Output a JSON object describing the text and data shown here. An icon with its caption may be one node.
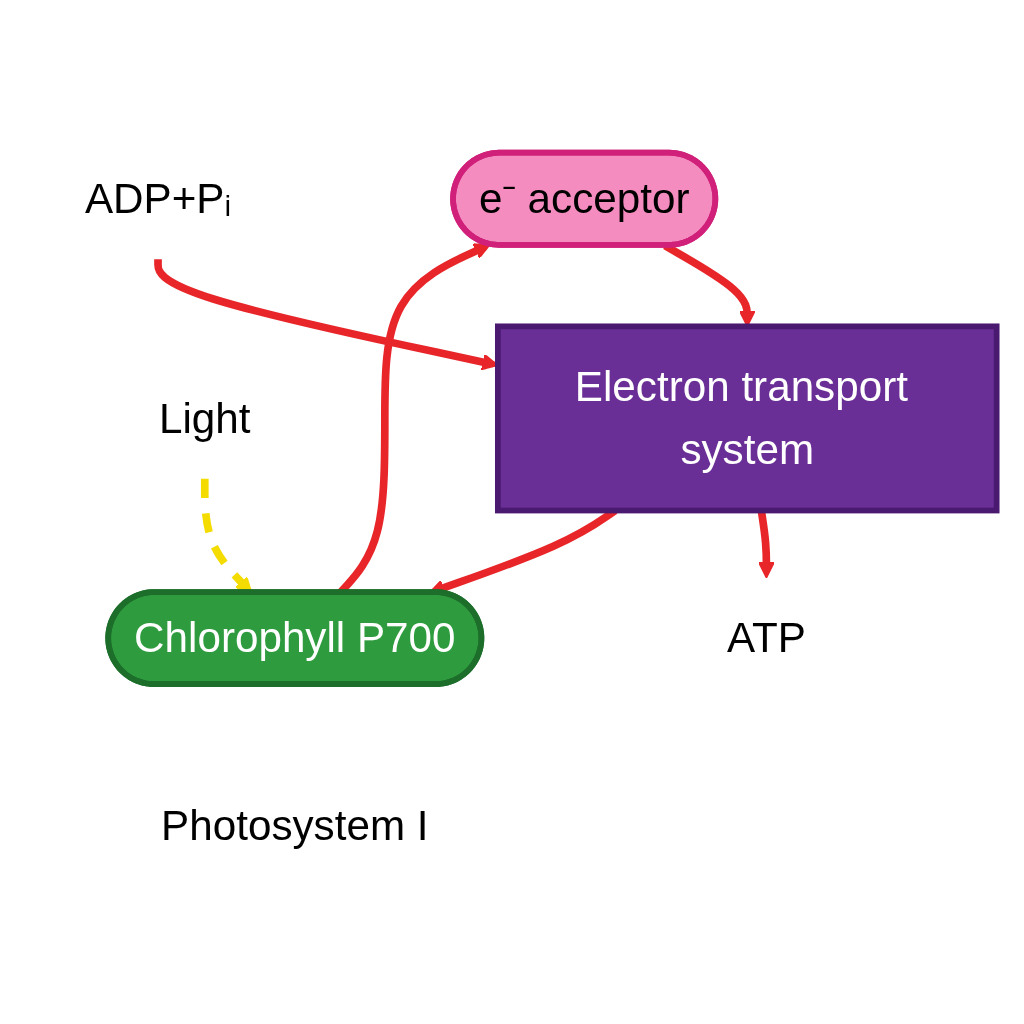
{
  "diagram": {
    "nodes": [
      {
        "text": [
          "e⁻ acceptor"
        ]
      },
      {
        "text": [
          "Light"
        ]
      },
      {
        "text": [
          "Electron transport system"
        ]
      },
      {
        "text": [
          "ADP+Pᵢ"
        ]
      },
      {
        "text": [
          "ATP"
        ]
      },
      {
        "text": [
          "Chlorophyll P700"
        ],
        "beside": [
          "Photosystem I"
        ]
      }
    ],
    "edges": [
      {
        "from": 5,
        "to": 0,
        "arrow": "to"
      },
      {
        "from": 0,
        "to": 2,
        "arrow": "to"
      },
      {
        "from": 1,
        "to": 5,
        "arrow": "to",
        "style": "dashed",
        "color": "#f5dc00"
      },
      {
        "from": 3,
        "to": 2,
        "arrow": "to"
      },
      {
        "from": 2,
        "to": 4,
        "arrow": "to"
      },
      {
        "from": 2,
        "to": 5,
        "arrow": "to"
      }
    ]
  }
}
